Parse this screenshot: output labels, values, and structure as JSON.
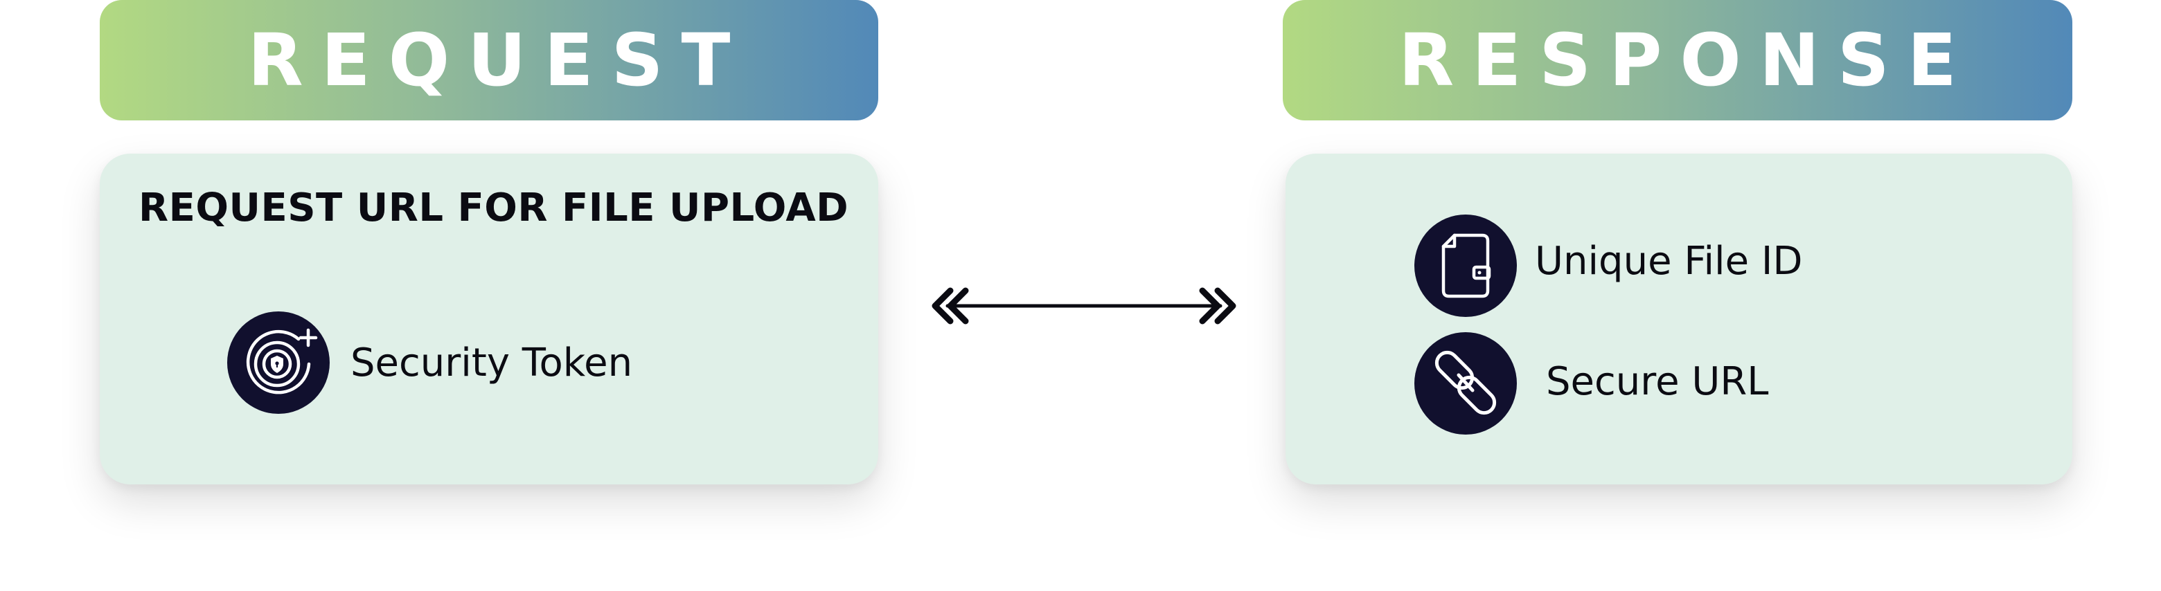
{
  "request": {
    "header": "REQUEST",
    "title": "REQUEST URL FOR FILE UPLOAD",
    "items": [
      {
        "label": "Security Token",
        "icon": "security-token-icon"
      }
    ]
  },
  "response": {
    "header": "RESPONSE",
    "items": [
      {
        "label": "Unique File ID",
        "icon": "file-id-icon"
      },
      {
        "label": "Secure URL",
        "icon": "link-icon"
      }
    ]
  },
  "connector": {
    "icon": "bidirectional-arrow-icon"
  },
  "colors": {
    "gradient_start": "#b2d982",
    "gradient_end": "#5289b8",
    "card_background": "#e0f0e8",
    "icon_background": "#11102e",
    "text": "#0b0b12",
    "header_text": "#ffffff"
  }
}
